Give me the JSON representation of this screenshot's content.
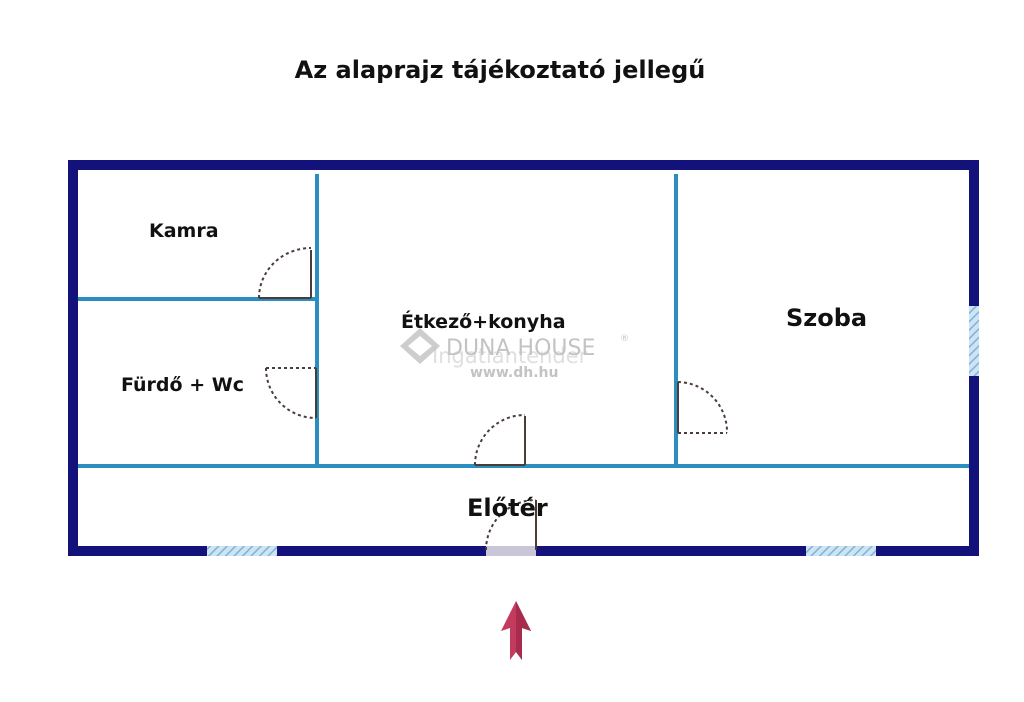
{
  "title": "Az alaprajz tájékoztató jellegű",
  "rooms": {
    "kamra": "Kamra",
    "furdo": "Fürdő + Wc",
    "etkezo": "Étkező+konyha",
    "szoba": "Szoba",
    "eloter": "Előtér"
  },
  "watermark": {
    "brand": "DUNA HOUSE",
    "registered": "®",
    "subtitle": "Ingatlantender",
    "url": "www.dh.hu"
  },
  "colors": {
    "outer_wall": "#12127a",
    "inner_wall": "#2a8fc0",
    "door_arc": "#4a3c36",
    "window": "#9fc8e6",
    "entrance_arrow": "#c23a5e"
  },
  "icons": {
    "entrance": "up-arrow-icon",
    "watermark_logo": "diamond-logo-icon"
  }
}
